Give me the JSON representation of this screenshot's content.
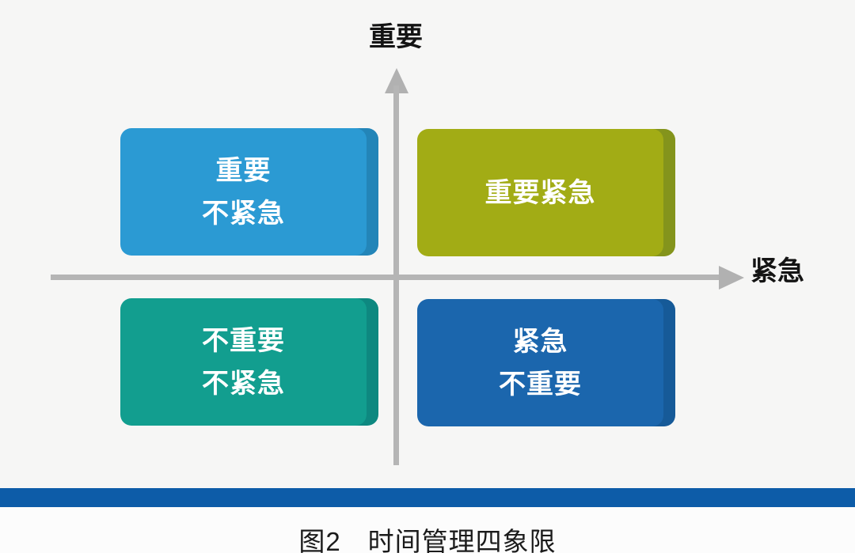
{
  "figure": {
    "caption": "图2　时间管理四象限",
    "background_color": "#F6F6F5",
    "axes": {
      "y_label": "重要",
      "x_label": "紧急",
      "axis_color": "#B5B5B5"
    },
    "quadrants": {
      "top_left": {
        "name": "重要不紧急",
        "lines": [
          "重要",
          "不紧急"
        ],
        "color": "#2B9AD3"
      },
      "top_right": {
        "name": "重要紧急",
        "lines": [
          "重要紧急"
        ],
        "color": "#A2AC15"
      },
      "bottom_left": {
        "name": "不重要不紧急",
        "lines": [
          "不重要",
          "不紧急"
        ],
        "color": "#129E8F"
      },
      "bottom_right": {
        "name": "紧急不重要",
        "lines": [
          "紧急",
          "不重要"
        ],
        "color": "#1B66AD"
      }
    },
    "divider_color": "#0D5CA8",
    "box_text_color": "#FFFFFF"
  }
}
